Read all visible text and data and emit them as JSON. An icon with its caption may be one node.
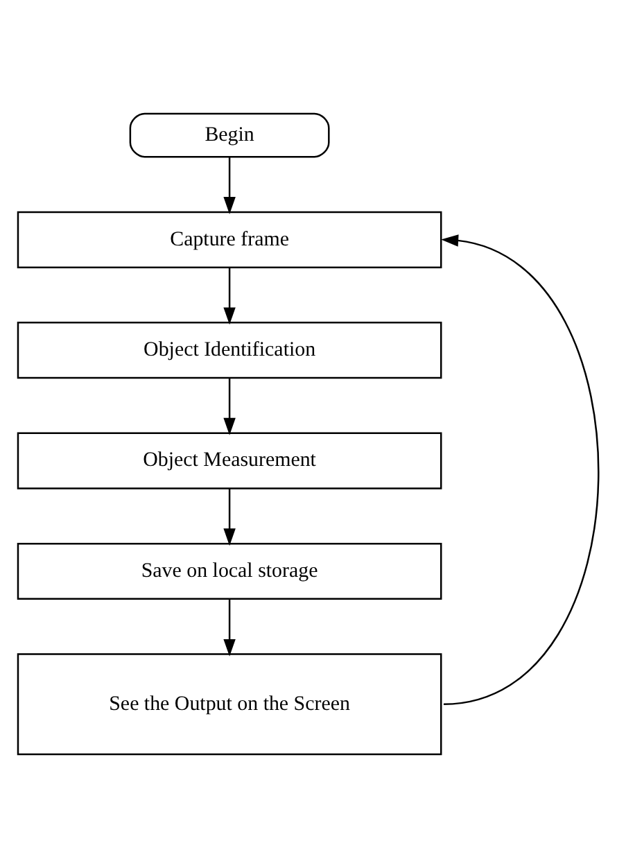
{
  "diagram": {
    "nodes": [
      {
        "text": [
          "Begin"
        ]
      },
      {
        "text": [
          "Capture frame"
        ]
      },
      {
        "text": [
          "Object Identification"
        ]
      },
      {
        "text": [
          "Object Measurement"
        ]
      },
      {
        "text": [
          "Save on local storage"
        ]
      },
      {
        "text": [
          "See the Output on the Screen"
        ]
      }
    ],
    "edges": [
      {
        "from": 0,
        "to": 1,
        "arrow": "to"
      },
      {
        "from": 1,
        "to": 2,
        "arrow": "to"
      },
      {
        "from": 2,
        "to": 3,
        "arrow": "to"
      },
      {
        "from": 3,
        "to": 4,
        "arrow": "to"
      },
      {
        "from": 4,
        "to": 5,
        "arrow": "to"
      },
      {
        "from": 5,
        "to": 1,
        "arrow": "to"
      }
    ]
  }
}
